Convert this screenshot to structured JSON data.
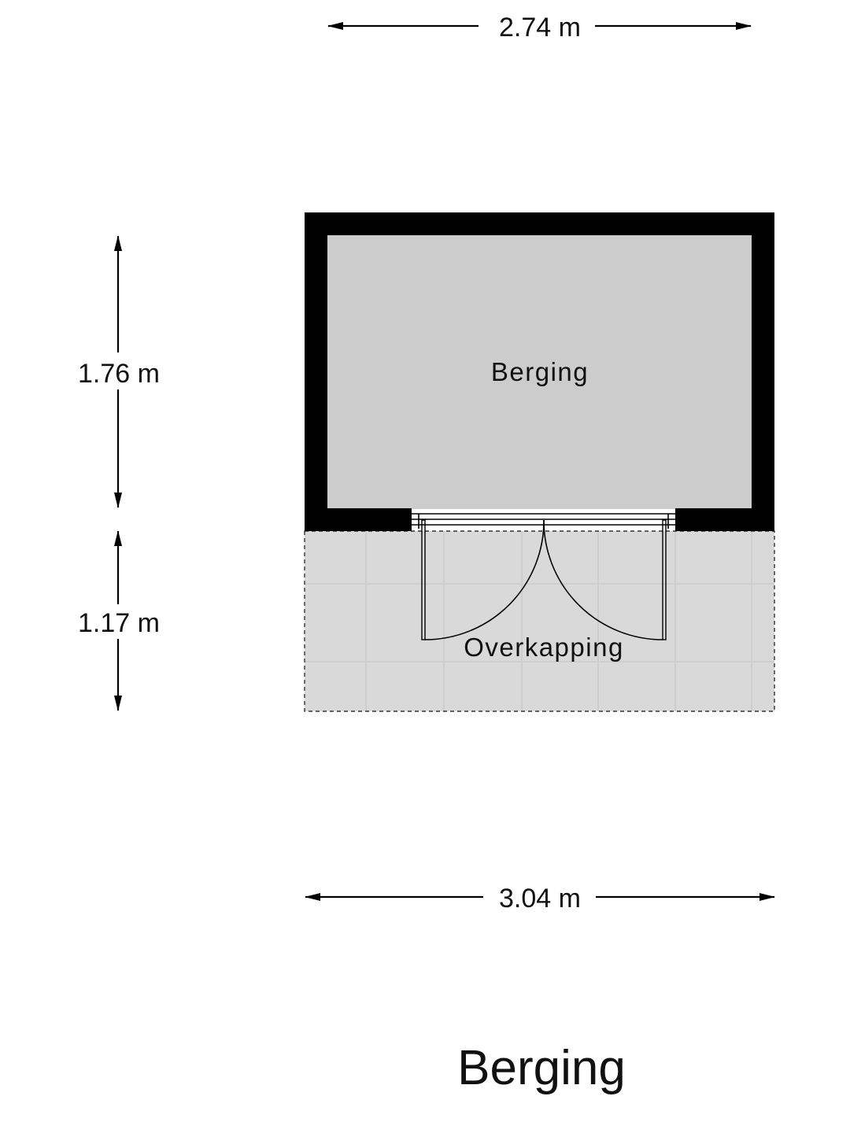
{
  "title": "Berging",
  "dimensions": {
    "top_width": "2.74 m",
    "bottom_width": "3.04 m",
    "upper_height": "1.76 m",
    "lower_height": "1.17 m"
  },
  "rooms": {
    "main": "Berging",
    "covered": "Overkapping"
  },
  "colors": {
    "wall": "#000000",
    "room_fill": "#cccccc",
    "covered_fill": "#d9d9d9",
    "tile_lines": "#cfcfcf",
    "text": "#111111"
  }
}
